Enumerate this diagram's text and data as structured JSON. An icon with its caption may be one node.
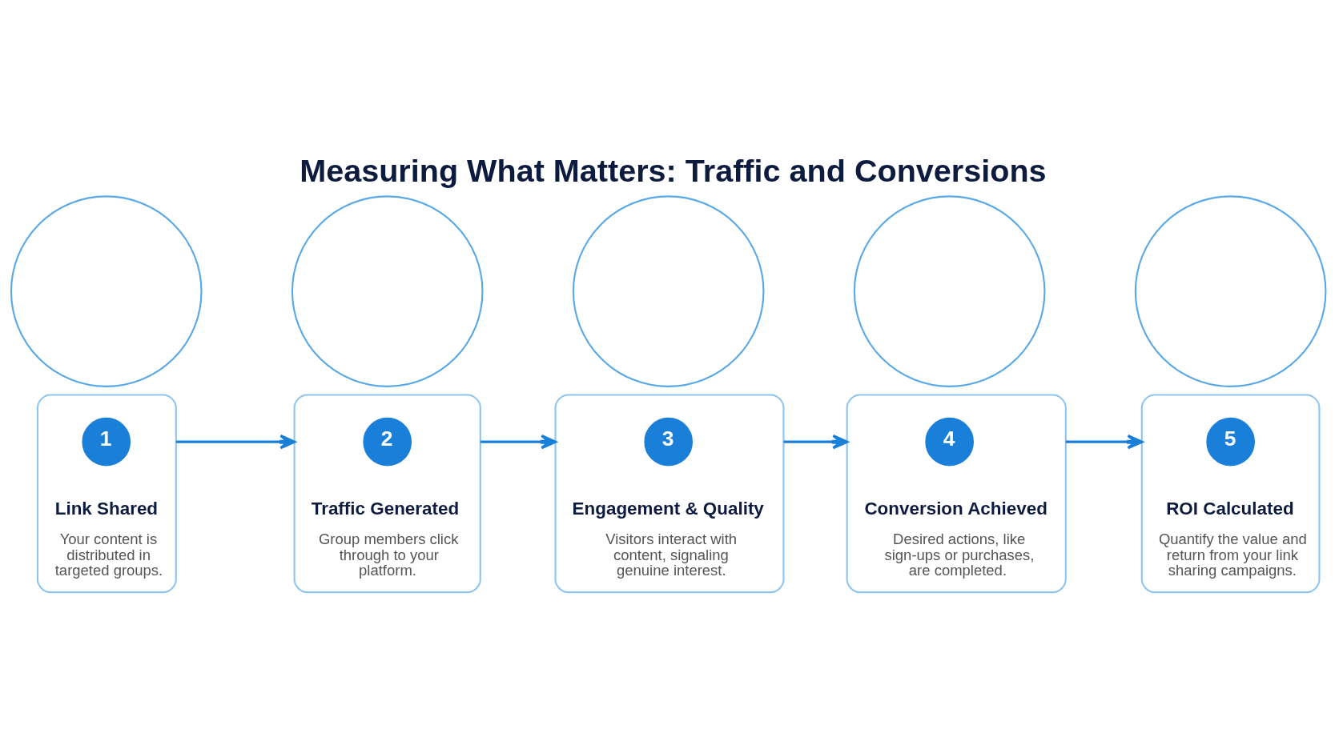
{
  "diagram": {
    "title": "Measuring What Matters: Traffic and Conversions",
    "nodes": [
      {
        "text": [],
        "shape": "circle"
      },
      {
        "text": [
          "Link Shared",
          "Your content is distributed in targeted groups."
        ]
      },
      {
        "text": [
          "1"
        ],
        "in": 1
      },
      {
        "text": [],
        "shape": "circle"
      },
      {
        "text": [
          "Traffic Generated",
          "Group members click through to your platform."
        ]
      },
      {
        "text": [
          "2"
        ],
        "in": 4
      },
      {
        "text": [],
        "shape": "circle"
      },
      {
        "text": [
          "Engagement & Quality",
          "Visitors interact with content, signaling genuine interest."
        ]
      },
      {
        "text": [
          "3"
        ],
        "in": 7
      },
      {
        "text": [],
        "shape": "circle"
      },
      {
        "text": [
          "Conversion Achieved",
          "Desired actions, like sign-ups or purchases, are completed."
        ]
      },
      {
        "text": [
          "4"
        ],
        "in": 10
      },
      {
        "text": [],
        "shape": "circle"
      },
      {
        "text": [
          "ROI Calculated",
          "Quantify the value and return from your link sharing campaigns."
        ]
      },
      {
        "text": [
          "5"
        ],
        "in": 13
      }
    ],
    "edges": [
      {
        "from": 1,
        "to": 4,
        "arrow": "to"
      },
      {
        "from": 4,
        "to": 7,
        "arrow": "to"
      },
      {
        "from": 7,
        "to": 10,
        "arrow": "to"
      },
      {
        "from": 10,
        "to": 13,
        "arrow": "to"
      }
    ]
  }
}
